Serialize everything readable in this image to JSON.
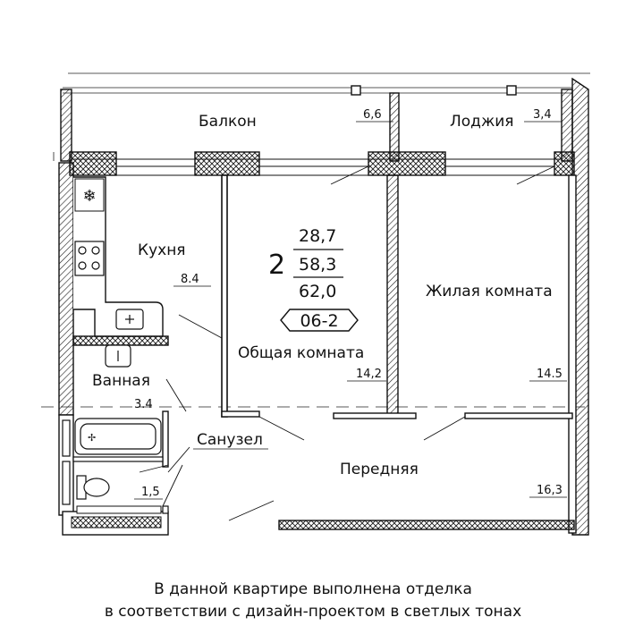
{
  "rooms": {
    "balcony": {
      "name": "Балкон",
      "area": "6,6"
    },
    "loggia": {
      "name": "Лоджия",
      "area": "3,4"
    },
    "kitchen": {
      "name": "Кухня",
      "area": "8.4"
    },
    "living_main": {
      "name": "Общая комната",
      "area": "14,2"
    },
    "living": {
      "name": "Жилая комната",
      "area": "14.5"
    },
    "bathroom": {
      "name": "Ванная",
      "area": "3.4"
    },
    "toilet": {
      "name": "Санузел",
      "area": "1,5"
    },
    "hall": {
      "name": "Передняя",
      "area": "16,3"
    }
  },
  "apartment": {
    "rooms_count": "2",
    "area_living": "28,7",
    "area_total": "58,3",
    "area_full": "62,0",
    "code": "06-2"
  },
  "caption": {
    "line1": "В данной квартире выполнена отделка",
    "line2": "в соответствии с дизайн-проектом в светлых тонах"
  },
  "colors": {
    "wall": "#1a1a1a",
    "hatch": "#1a1a1a",
    "background": "#ffffff"
  }
}
